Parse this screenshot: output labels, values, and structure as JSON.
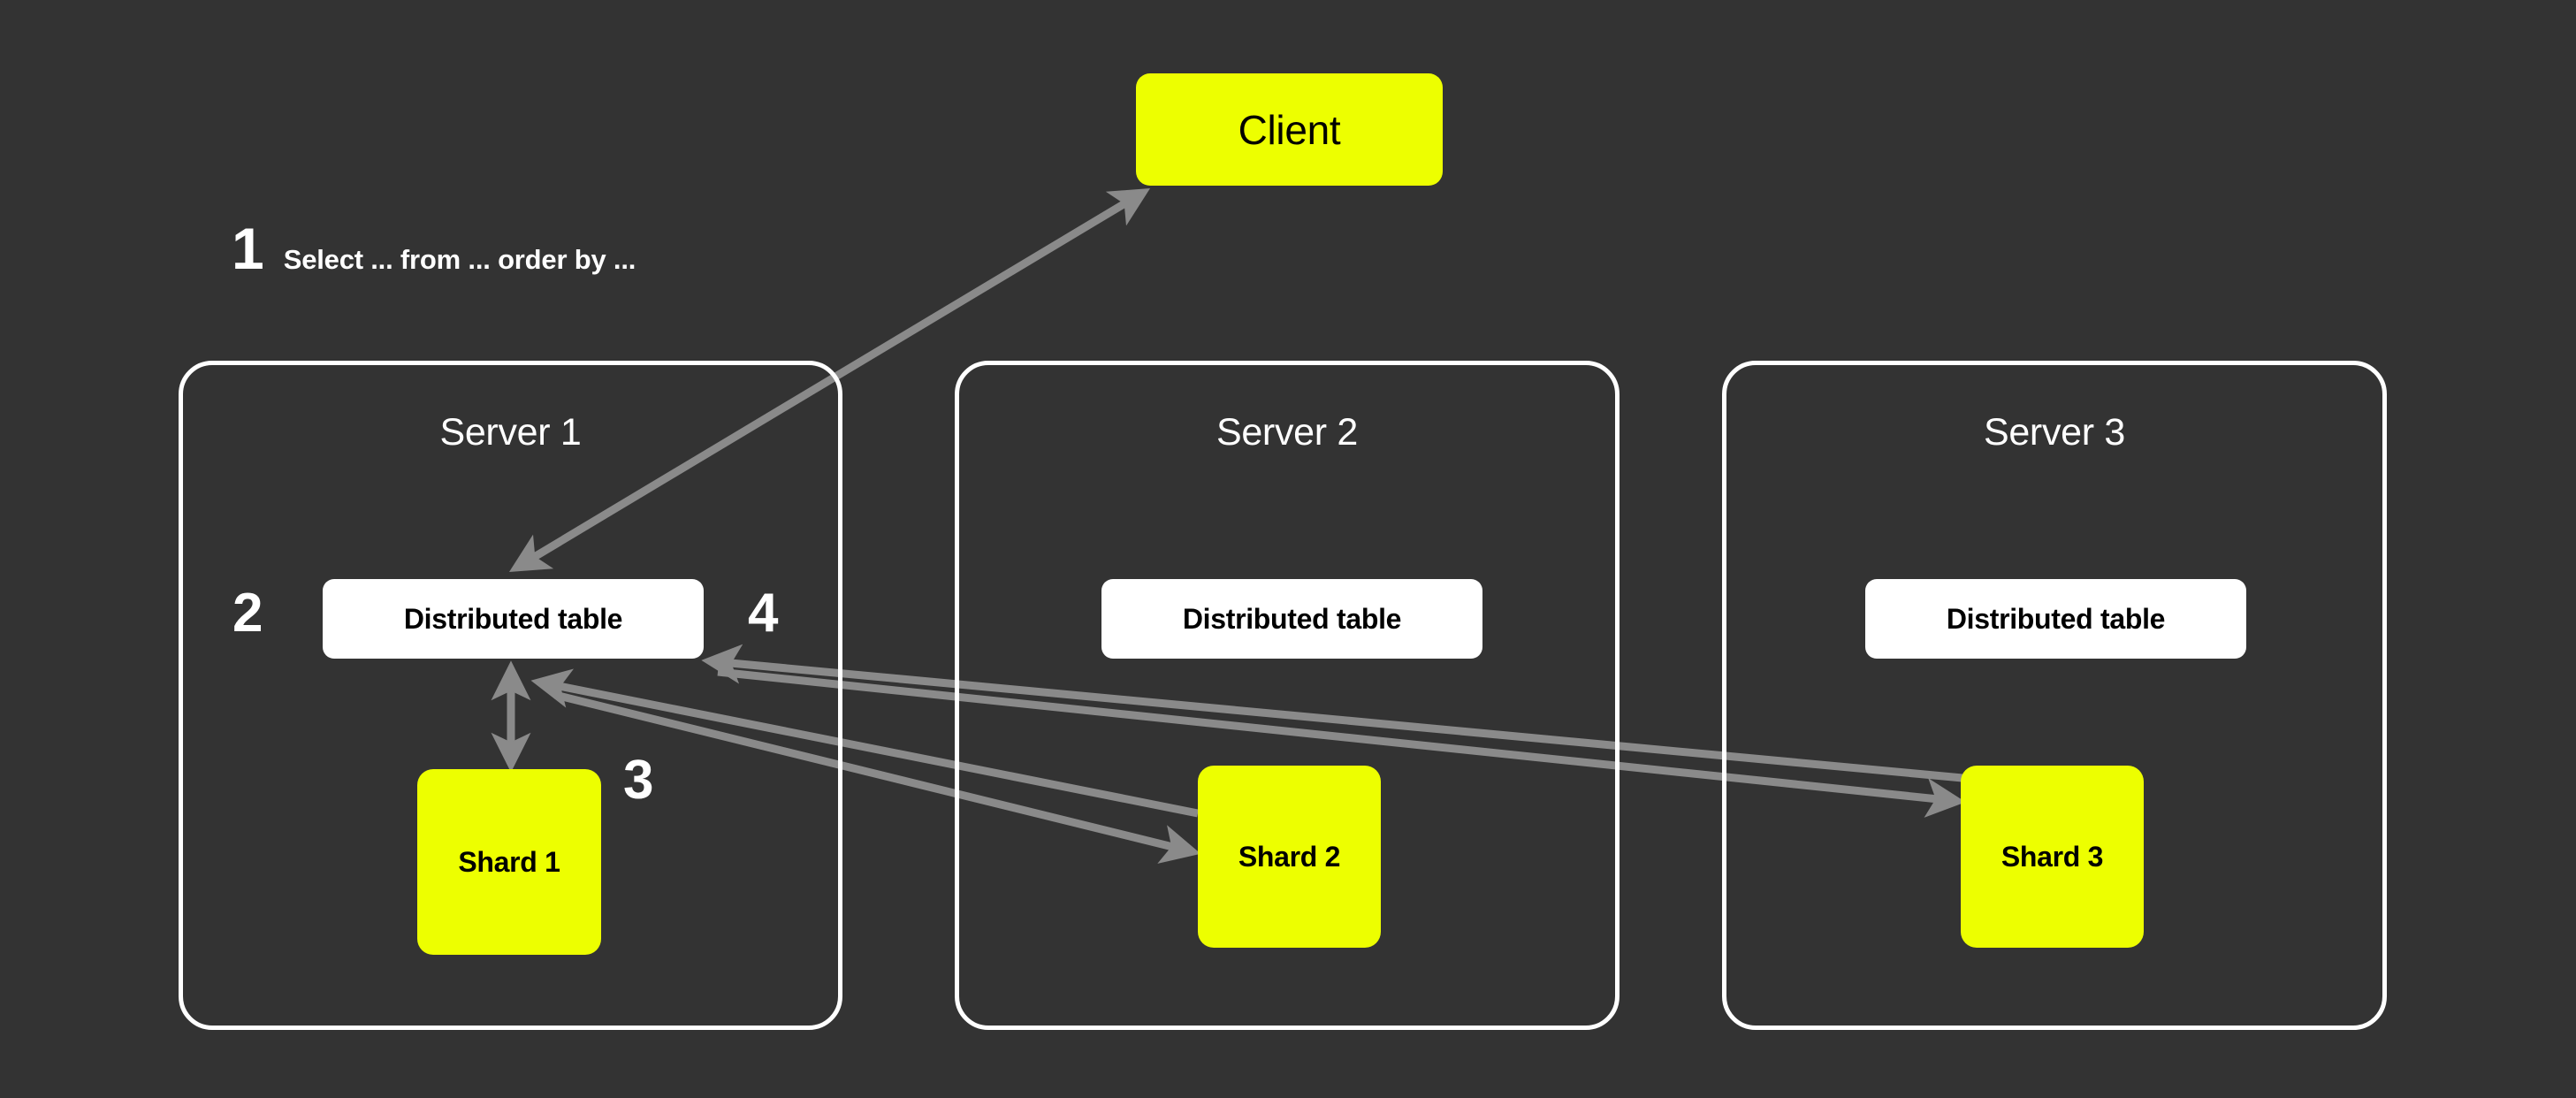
{
  "diagram": {
    "title": "Distributed table query routing across shards",
    "background_color": "#333333",
    "accent_color": "#EDFF00",
    "panel_border_color": "#FFFFFF",
    "arrow_color": "#8A8A8A",
    "text_on_dark": "#FFFFFF",
    "text_on_accent": "#000000"
  },
  "client": {
    "label": "Client"
  },
  "steps": {
    "one": {
      "number": "1",
      "text": "Select ... from ... order by ..."
    },
    "two": {
      "number": "2"
    },
    "three": {
      "number": "3"
    },
    "four": {
      "number": "4"
    }
  },
  "servers": [
    {
      "title": "Server 1",
      "distributed_table": "Distributed table",
      "shard": "Shard 1"
    },
    {
      "title": "Server 2",
      "distributed_table": "Distributed table",
      "shard": "Shard 2"
    },
    {
      "title": "Server 3",
      "distributed_table": "Distributed table",
      "shard": "Shard 3"
    }
  ],
  "connections": [
    {
      "name": "client-to-distributed-table-1",
      "from": "Client",
      "to": "Server 1 Distributed table",
      "direction": "bidirectional",
      "step": "1"
    },
    {
      "name": "distributed-table-1-to-shard-1",
      "from": "Server 1 Distributed table",
      "to": "Shard 1",
      "direction": "bidirectional",
      "step": "2"
    },
    {
      "name": "distributed-table-1-to-shard-2",
      "from": "Server 1 Distributed table",
      "to": "Shard 2",
      "direction": "forward",
      "step": "3"
    },
    {
      "name": "distributed-table-1-to-shard-3",
      "from": "Server 1 Distributed table",
      "to": "Shard 3",
      "direction": "forward",
      "step": "3"
    },
    {
      "name": "shard-2-to-distributed-table-1",
      "from": "Shard 2",
      "to": "Server 1 Distributed table",
      "direction": "backward",
      "step": "4"
    },
    {
      "name": "shard-3-to-distributed-table-1",
      "from": "Shard 3",
      "to": "Server 1 Distributed table",
      "direction": "backward",
      "step": "4"
    }
  ]
}
